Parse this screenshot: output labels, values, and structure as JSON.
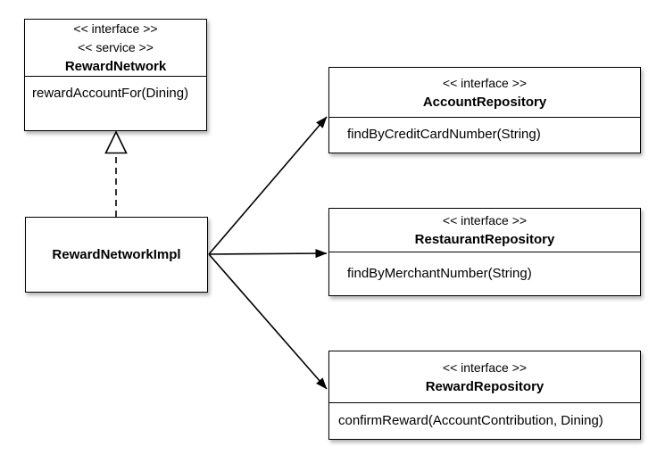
{
  "diagram": {
    "kind": "uml-class-diagram",
    "colors": {
      "background": "#ffffff",
      "box_fill": "#ffffff",
      "line": "#000000",
      "text": "#000000"
    },
    "classes": [
      {
        "id": "reward-network",
        "stereotypes": [
          "<< interface >>",
          "<< service >>"
        ],
        "name": "RewardNetwork",
        "methods": [
          "rewardAccountFor(Dining)"
        ]
      },
      {
        "id": "reward-network-impl",
        "stereotypes": [],
        "name": "RewardNetworkImpl",
        "methods": []
      },
      {
        "id": "account-repository",
        "stereotypes": [
          "<< interface >>"
        ],
        "name": "AccountRepository",
        "methods": [
          "findByCreditCardNumber(String)"
        ]
      },
      {
        "id": "restaurant-repository",
        "stereotypes": [
          "<< interface >>"
        ],
        "name": "RestaurantRepository",
        "methods": [
          "findByMerchantNumber(String)"
        ]
      },
      {
        "id": "reward-repository",
        "stereotypes": [
          "<< interface >>"
        ],
        "name": "RewardRepository",
        "methods": [
          "confirmReward(AccountContribution, Dining)"
        ]
      }
    ],
    "relationships": [
      {
        "from": "RewardNetworkImpl",
        "to": "RewardNetwork",
        "type": "realization",
        "line": "dashed",
        "arrowhead": "hollow-triangle"
      },
      {
        "from": "RewardNetworkImpl",
        "to": "AccountRepository",
        "type": "association",
        "line": "solid",
        "arrowhead": "filled"
      },
      {
        "from": "RewardNetworkImpl",
        "to": "RestaurantRepository",
        "type": "association",
        "line": "solid",
        "arrowhead": "filled"
      },
      {
        "from": "RewardNetworkImpl",
        "to": "RewardRepository",
        "type": "association",
        "line": "solid",
        "arrowhead": "filled"
      }
    ]
  }
}
